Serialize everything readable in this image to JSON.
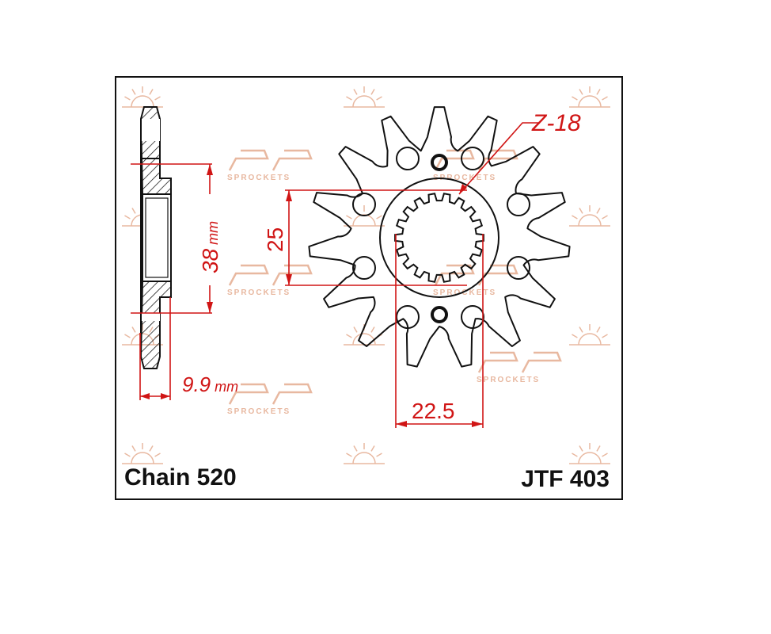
{
  "drawing": {
    "part_number": "JTF 403",
    "chain": "Chain 520",
    "teeth_label": "Z-18",
    "dimensions": {
      "overall_height": "38",
      "overall_height_unit": "mm",
      "thickness": "9.9",
      "thickness_unit": "mm",
      "spline_height": "25",
      "spline_width": "22.5"
    },
    "watermark": "SPROCKETS",
    "spline_teeth": 18,
    "sprocket_teeth": 15
  },
  "colors": {
    "dimension": "#d01515",
    "outline": "#111111",
    "watermark": "#e8b8a0"
  }
}
